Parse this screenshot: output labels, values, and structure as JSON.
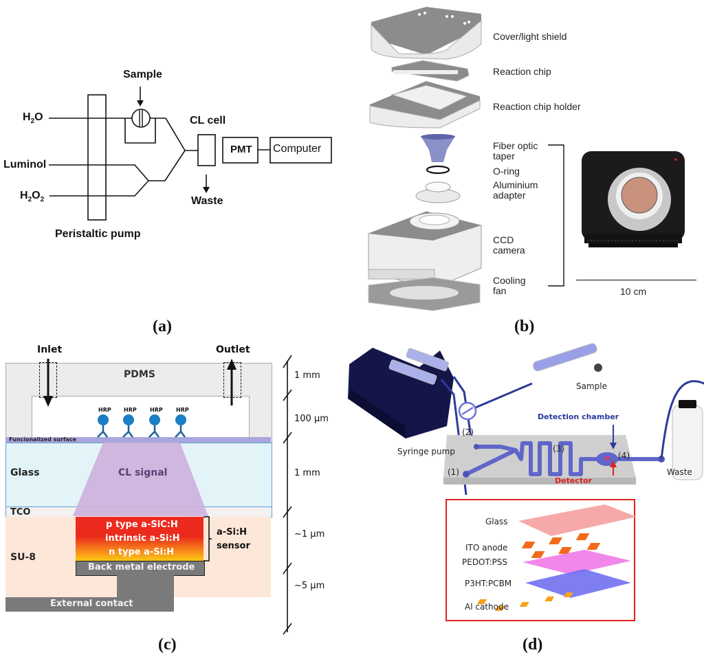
{
  "figure": {
    "panels": [
      {
        "id": "a",
        "label": "(a)"
      },
      {
        "id": "b",
        "label": "(b)"
      },
      {
        "id": "c",
        "label": "(c)"
      },
      {
        "id": "d",
        "label": "(d)"
      }
    ]
  },
  "panel_a": {
    "inputs": [
      "H2O",
      "Luminol",
      "H2O2"
    ],
    "sample": "Sample",
    "cl_cell": "CL cell",
    "pmt": "PMT",
    "computer": "Computer",
    "waste": "Waste",
    "pump": "Peristaltic pump"
  },
  "panel_b": {
    "parts": [
      "Cover/light shield",
      "Reaction chip",
      "Reaction chip holder",
      "Fiber optic taper",
      "O-ring",
      "Aluminium adapter",
      "CCD camera",
      "Cooling fan"
    ],
    "scale": "10 cm"
  },
  "panel_c": {
    "inlet": "Inlet",
    "outlet": "Outlet",
    "pdms": "PDMS",
    "hrp": "HRP",
    "functionalized_surface": "Funcionalized surface",
    "glass": "Glass",
    "cl_signal": "CL signal",
    "tco": "TCO",
    "su8": "SU-8",
    "layers": [
      "p type a-SiC:H",
      "intrinsic a-Si:H",
      "n type a-Si:H"
    ],
    "back_electrode": "Back metal electrode",
    "external_contact": "External contact",
    "sensor_label_1": "a-Si:H",
    "sensor_label_2": "sensor",
    "thickness": [
      "1 mm",
      "100 µm",
      "1 mm",
      "~1 µm",
      "~5 µm"
    ]
  },
  "panel_d": {
    "syringe_pump": "Syringe pump",
    "sample": "Sample",
    "waste": "Waste",
    "detection_chamber": "Detection chamber",
    "detector": "Detector",
    "ports": [
      "(1)",
      "(2)",
      "(3)",
      "(4)"
    ],
    "stack_layers": [
      "Glass",
      "ITO anode",
      "PEDOT:PSS",
      "P3HT:PCBM",
      "Al cathode"
    ]
  },
  "colors": {
    "detection_blue": "#2b3a9a",
    "detector_red": "#e02020",
    "inset_border": "#e02020",
    "cl_signal": "#cdb0dc",
    "glass_c": "#e3f4f8",
    "su8": "#fce7d8",
    "electrode_gray": "#7a7a7a",
    "hrp_blue": "#1a7fc4",
    "pedot": "#f17ae8",
    "p3ht": "#7070f0",
    "glass_d": "#f7a9a9",
    "ito": "#f46a1c"
  }
}
